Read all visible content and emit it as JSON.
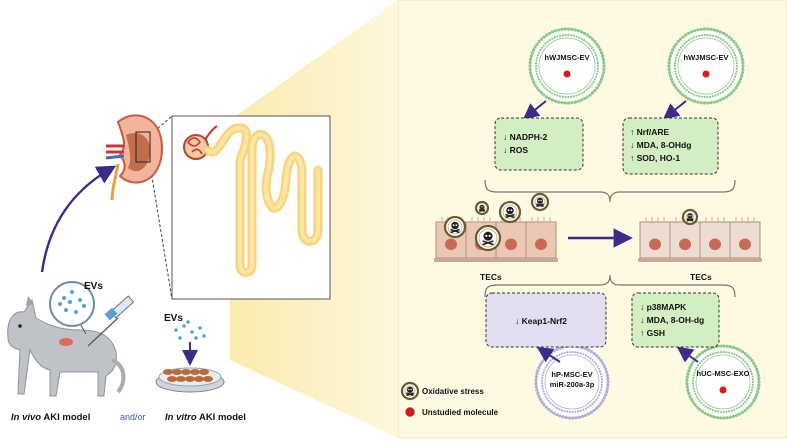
{
  "evs_top": "EVs",
  "evs_bottom": "EVs",
  "invivo_italic": "In vivo",
  "invivo_rest": " AKI model",
  "andor": "and/or",
  "invitro_italic": "In vitro",
  "invitro_rest": " AKI model",
  "vesicles": {
    "v1": "hWJMSC-EV",
    "v2": "hWJMSC-EV",
    "v3_line1": "hP-MSC-EV",
    "v3_line2": "miR-200a-3p",
    "v4": "hUC-MSC-EXO"
  },
  "box1": [
    "↓ NADPH-2",
    "↓ ROS"
  ],
  "box2": [
    "↑ Nrf/ARE",
    "↓ MDA,  8-OHdg",
    "↑ SOD, HO-1"
  ],
  "box3": [
    "↓ Keap1-Nrf2"
  ],
  "box4": [
    "↓ p38MAPK",
    "↓ MDA, 8-OH-dg",
    "↑ GSH"
  ],
  "tecs_left": "TECs",
  "tecs_right": "TECs",
  "legend": {
    "oxidative": "Oxidative stress",
    "unstudied": "Unstudied molecule"
  },
  "colors": {
    "panel_bg": "#fdf9e3",
    "box_green": "#d3eec3",
    "box_purple": "#e2ddf1",
    "arrow": "#3b2c87",
    "vesicle_green": "#8cc98a",
    "vesicle_purple": "#b2aedc",
    "red_dot": "#d8191e"
  }
}
